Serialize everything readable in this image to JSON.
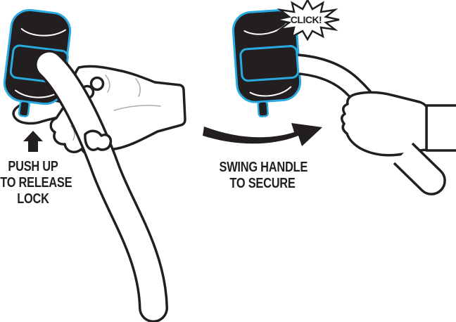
{
  "illustration": {
    "kind": "instructional-diagram",
    "subject": "lockable swing handle latch"
  },
  "colors": {
    "ink": "#231F20",
    "accent_blue": "#29ABE2",
    "detail_gray": "#ABABAB",
    "paper": "#FFFFFF"
  },
  "left_step": {
    "caption_lines": [
      "PUSH UP",
      "TO RELEASE",
      "LOCK"
    ],
    "icon": "up-arrow"
  },
  "right_step": {
    "caption_lines": [
      "SWING HANDLE",
      "TO SECURE"
    ],
    "sound_effect": "CLICK!",
    "icon": "curved-swing-arrow"
  }
}
